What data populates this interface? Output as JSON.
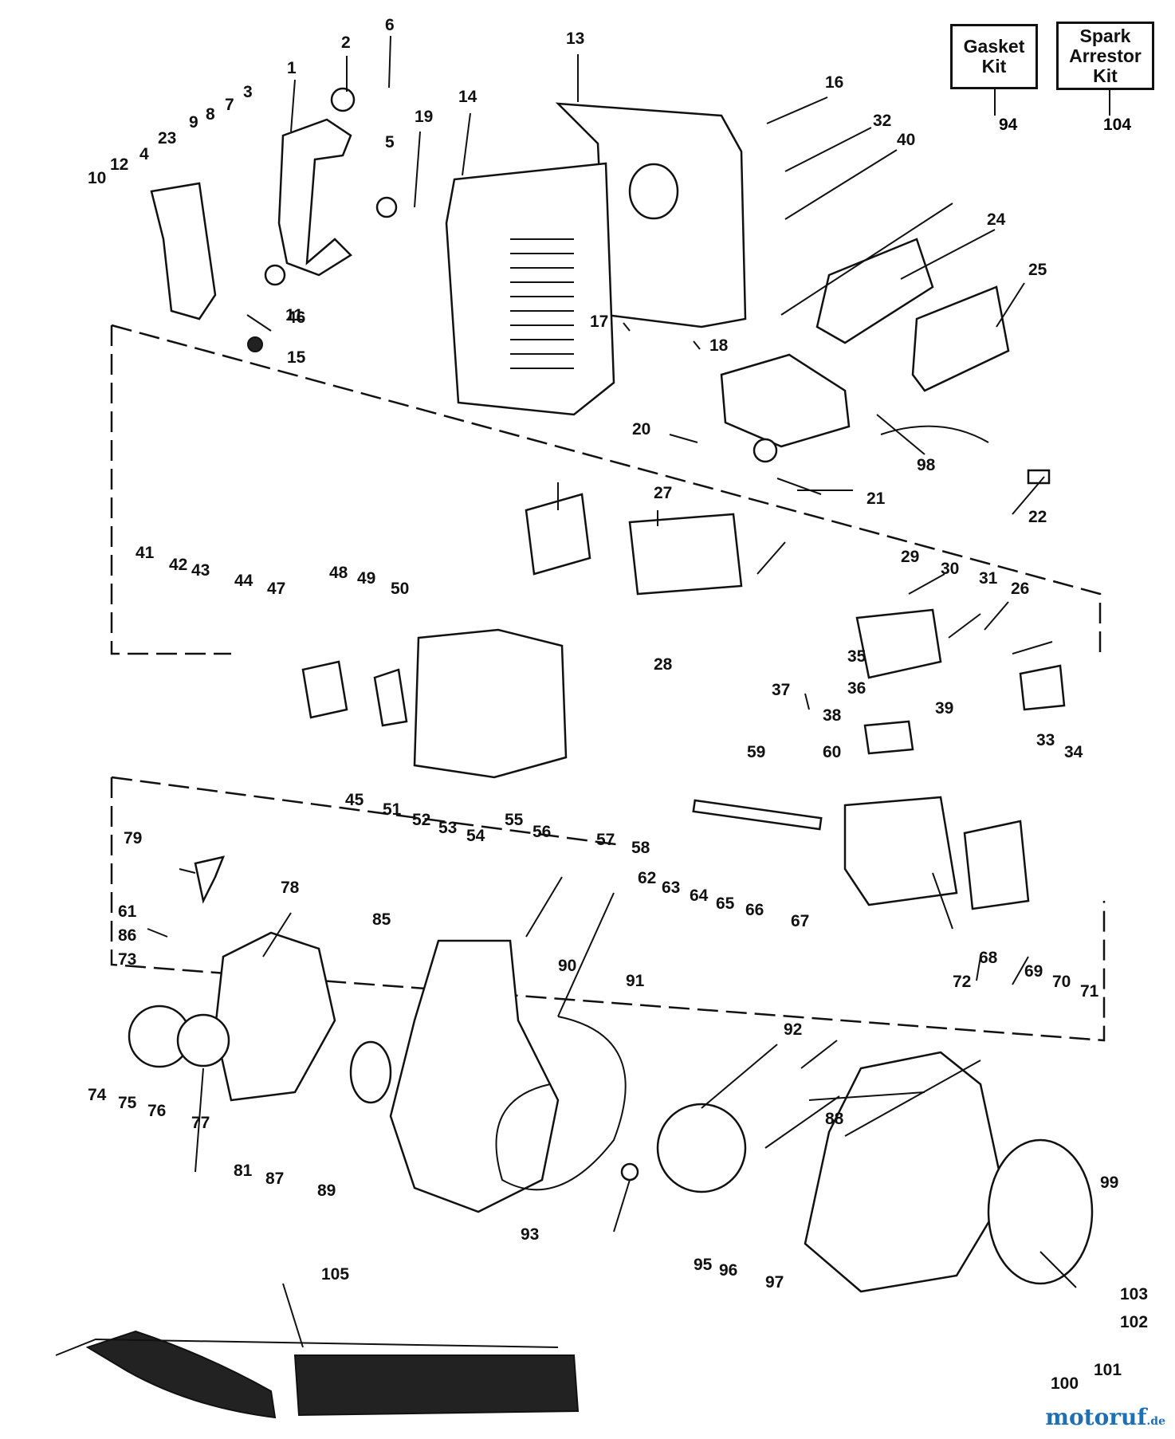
{
  "kits": [
    {
      "name": "gasket-kit-box",
      "label": "Gasket\nKit",
      "ref": "94"
    },
    {
      "name": "spark-arrestor-kit-box",
      "label": "Spark\nArrestor\nKit",
      "ref": "104"
    }
  ],
  "callouts": [
    "1",
    "2",
    "3",
    "4",
    "5",
    "6",
    "7",
    "8",
    "9",
    "10",
    "11",
    "12",
    "13",
    "14",
    "15",
    "16",
    "17",
    "18",
    "19",
    "20",
    "21",
    "22",
    "23",
    "24",
    "25",
    "26",
    "27",
    "28",
    "29",
    "30",
    "31",
    "32",
    "33",
    "34",
    "35",
    "36",
    "37",
    "38",
    "39",
    "40",
    "41",
    "42",
    "43",
    "44",
    "45",
    "46",
    "47",
    "48",
    "49",
    "50",
    "51",
    "52",
    "53",
    "54",
    "55",
    "56",
    "57",
    "58",
    "59",
    "60",
    "61",
    "62",
    "63",
    "64",
    "65",
    "66",
    "67",
    "68",
    "69",
    "70",
    "71",
    "72",
    "73",
    "74",
    "75",
    "76",
    "77",
    "78",
    "79",
    "81",
    "85",
    "86",
    "87",
    "88",
    "89",
    "90",
    "91",
    "92",
    "93",
    "95",
    "96",
    "97",
    "98",
    "99",
    "100",
    "101",
    "102",
    "103",
    "105"
  ],
  "watermark": {
    "main": "motoruf",
    "tld": ".de"
  }
}
